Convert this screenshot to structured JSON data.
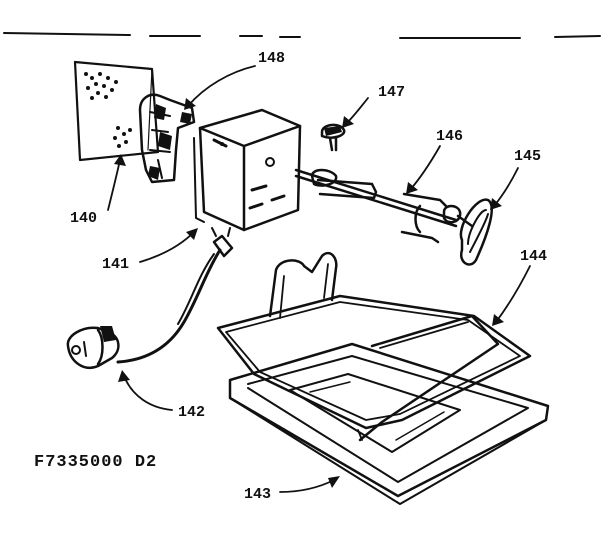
{
  "diagram": {
    "part_labels": {
      "p140": "140",
      "p141": "141",
      "p142": "142",
      "p143": "143",
      "p144": "144",
      "p145": "145",
      "p146": "146",
      "p147": "147",
      "p148": "148"
    },
    "drawing_code": "F7335000 D2"
  },
  "colors": {
    "ink": "#111111",
    "paper": "#ffffff"
  }
}
